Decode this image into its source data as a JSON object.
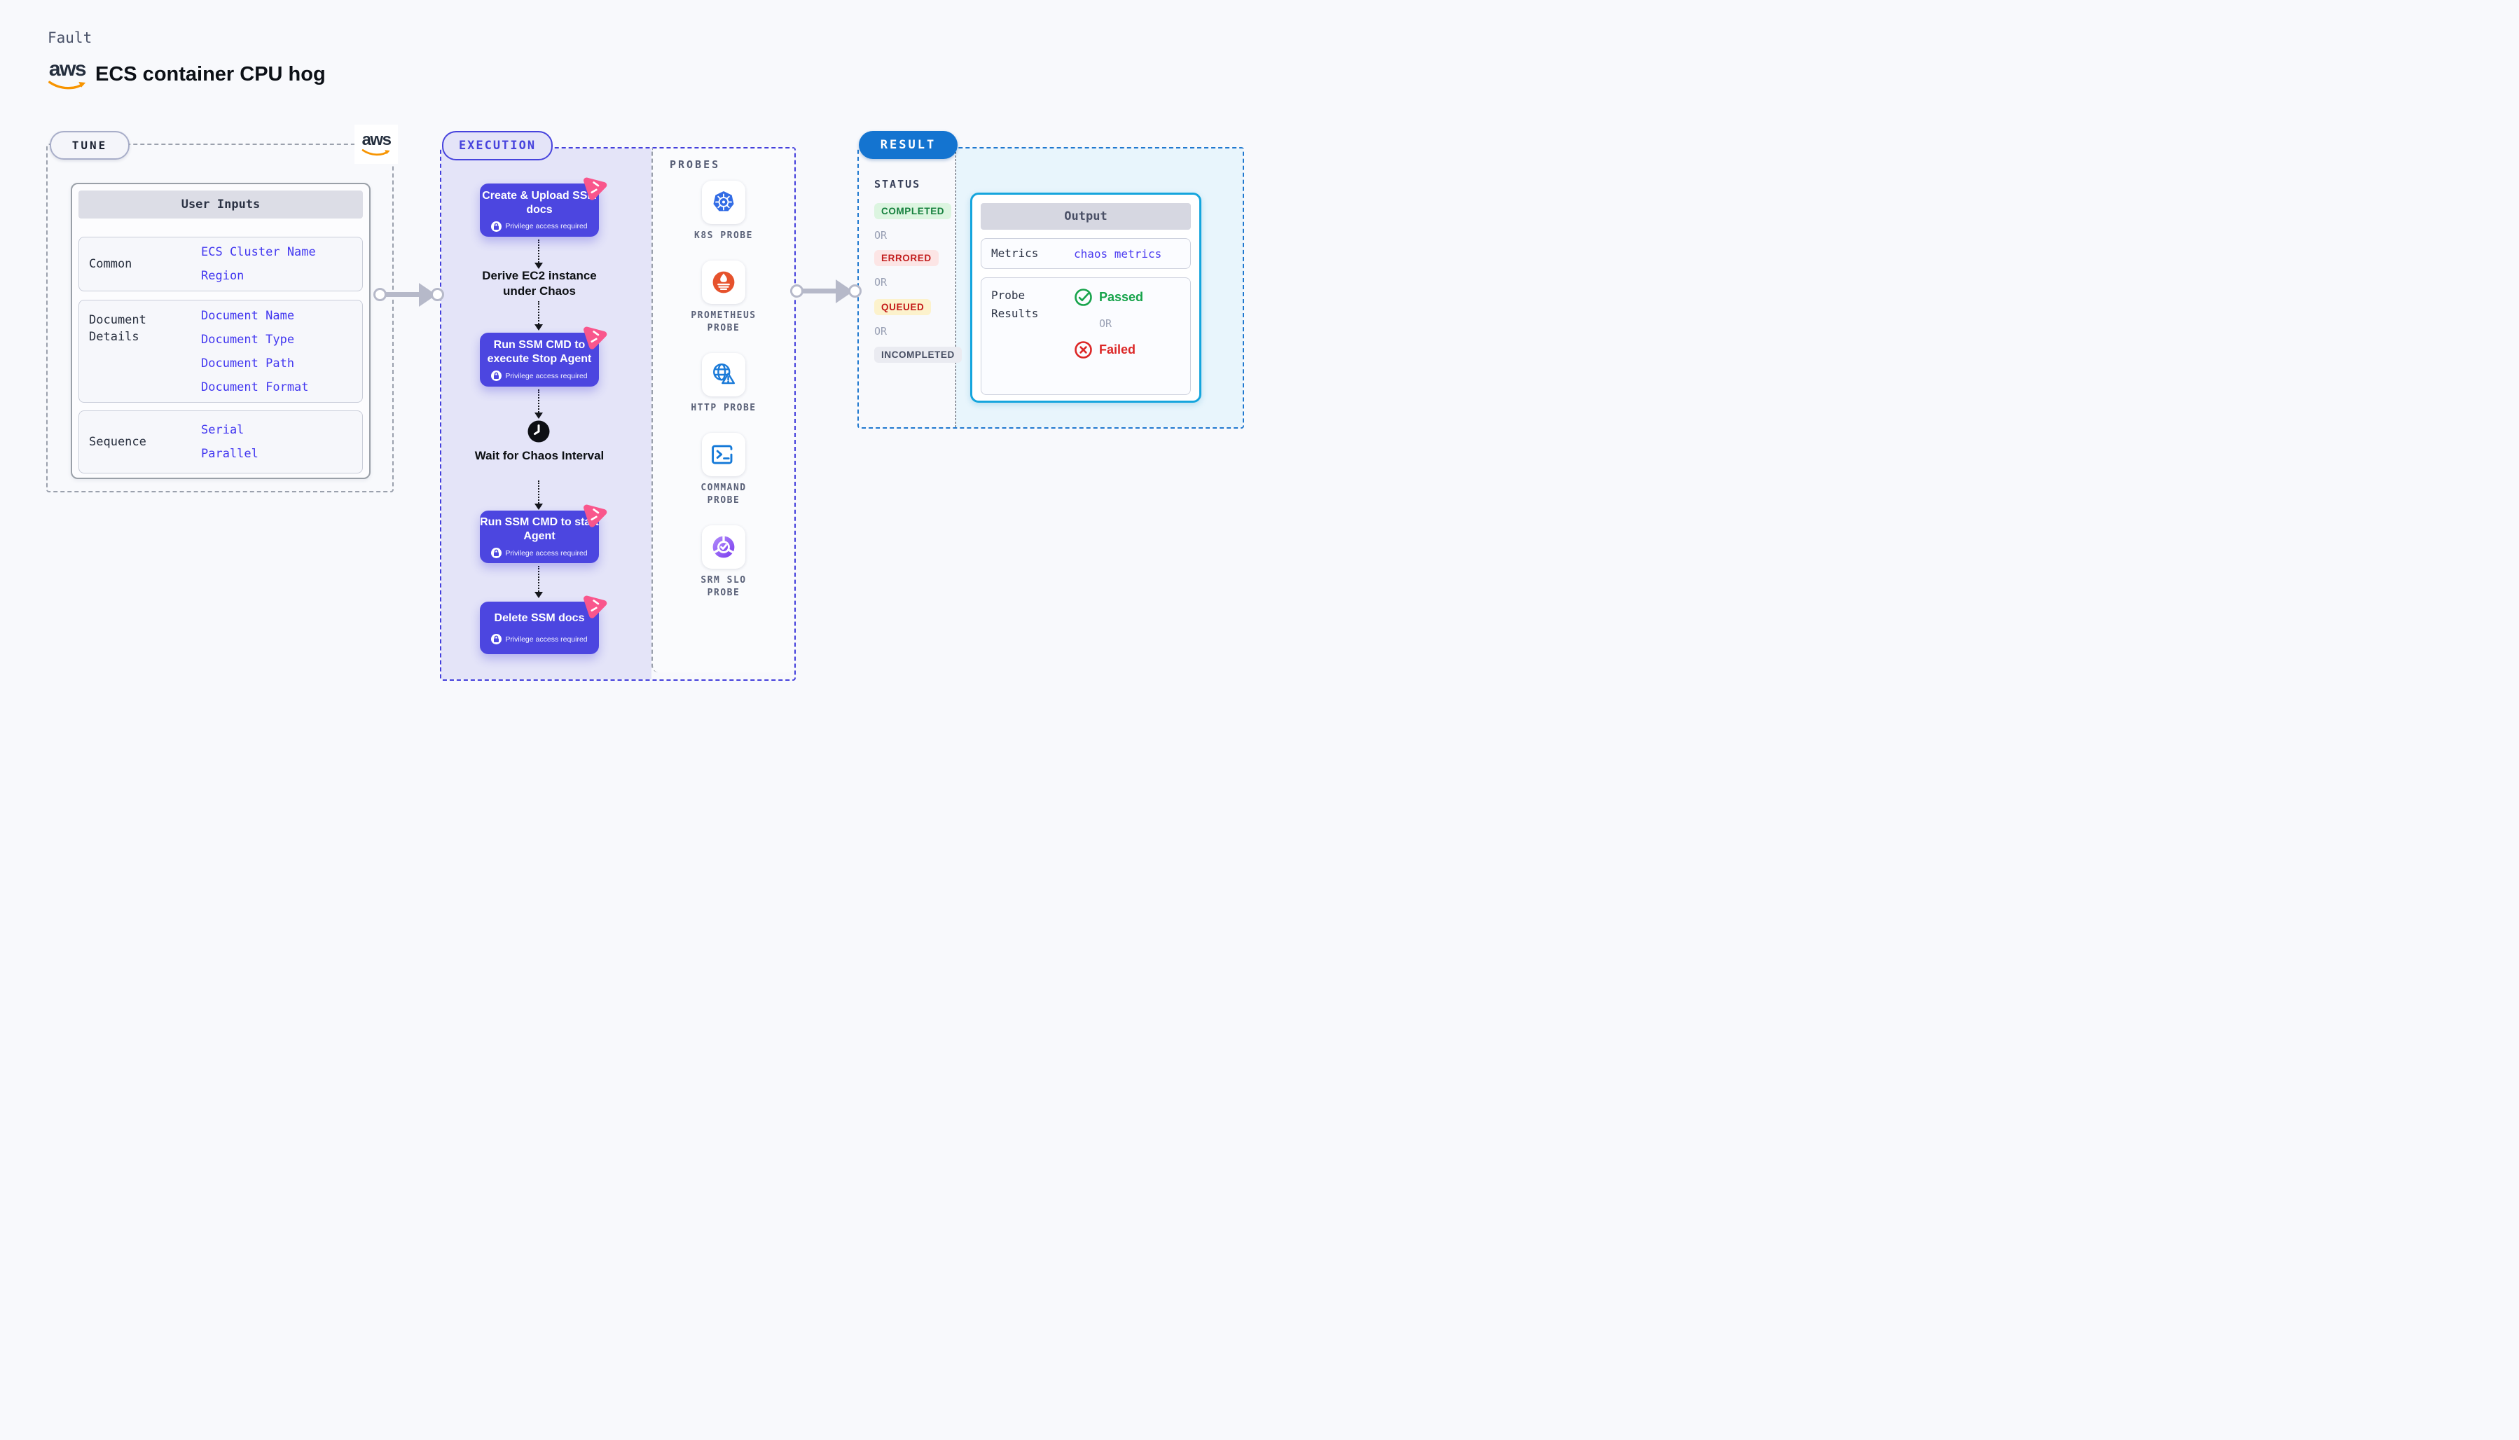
{
  "page": {
    "kind_label": "Fault",
    "title": "ECS container CPU hog",
    "brand": "aws"
  },
  "tune": {
    "badge": "TUNE",
    "user_inputs": {
      "header": "User Inputs",
      "groups": [
        {
          "label": "Common",
          "values": [
            "ECS Cluster Name",
            "Region"
          ]
        },
        {
          "label": "Document Details",
          "values": [
            "Document Name",
            "Document Type",
            "Document Path",
            "Document Format"
          ]
        },
        {
          "label": "Sequence",
          "values": [
            "Serial",
            "Parallel"
          ]
        }
      ]
    }
  },
  "execution": {
    "badge": "EXECUTION",
    "privilege_label": "Privilege access required",
    "steps": [
      {
        "title": "Create & Upload SSM docs"
      },
      {
        "title": "Run SSM CMD to execute Stop Agent"
      },
      {
        "title": "Run SSM CMD to start Agent"
      },
      {
        "title": "Delete SSM docs"
      }
    ],
    "notes": {
      "derive": "Derive EC2 instance under Chaos",
      "wait": "Wait for Chaos Interval"
    }
  },
  "probes": {
    "panel_label": "PROBES",
    "items": [
      {
        "icon": "kubernetes-icon",
        "label": "K8S PROBE"
      },
      {
        "icon": "prometheus-icon",
        "label": "PROMETHEUS PROBE"
      },
      {
        "icon": "http-globe-icon",
        "label": "HTTP PROBE"
      },
      {
        "icon": "command-terminal-icon",
        "label": "COMMAND PROBE"
      },
      {
        "icon": "srm-slo-icon",
        "label": "SRM SLO PROBE"
      }
    ]
  },
  "result": {
    "badge": "RESULT",
    "status": {
      "label": "STATUS",
      "separator": "OR",
      "options": [
        {
          "text": "COMPLETED",
          "fg": "#15803d",
          "bg": "#dcf5e0"
        },
        {
          "text": "ERRORED",
          "fg": "#c21d1d",
          "bg": "#fce5e5"
        },
        {
          "text": "QUEUED",
          "fg": "#c41919",
          "bg": "#fcf2cc"
        },
        {
          "text": "INCOMPLETED",
          "fg": "#474e63",
          "bg": "#eaebf1"
        }
      ]
    },
    "output": {
      "header": "Output",
      "metrics_label": "Metrics",
      "metrics_value": "chaos metrics",
      "probe_results_label": "Probe Results",
      "passed_label": "Passed",
      "failed_label": "Failed",
      "separator": "OR"
    }
  },
  "colors": {
    "background": "#f8f9fc",
    "step_block": "#4c46e0",
    "execution_accent": "#4743dd",
    "lavender_panel": "#e4e4f8",
    "result_accent": "#1f78cf",
    "result_pill": "#1474d0",
    "output_card_border": "#14a5dd",
    "output_panel_bg": "#e8f5fc",
    "value_text": "#4338f0",
    "aws_orange": "#f79400",
    "litmus_pink": "#f9568c",
    "passed_green": "#16a34a",
    "failed_red": "#dc2626",
    "arrow_grey": "#b6b9c9",
    "k8s_blue": "#326ce5",
    "prometheus_orange": "#e6522c",
    "http_blue": "#1a7ad8"
  }
}
